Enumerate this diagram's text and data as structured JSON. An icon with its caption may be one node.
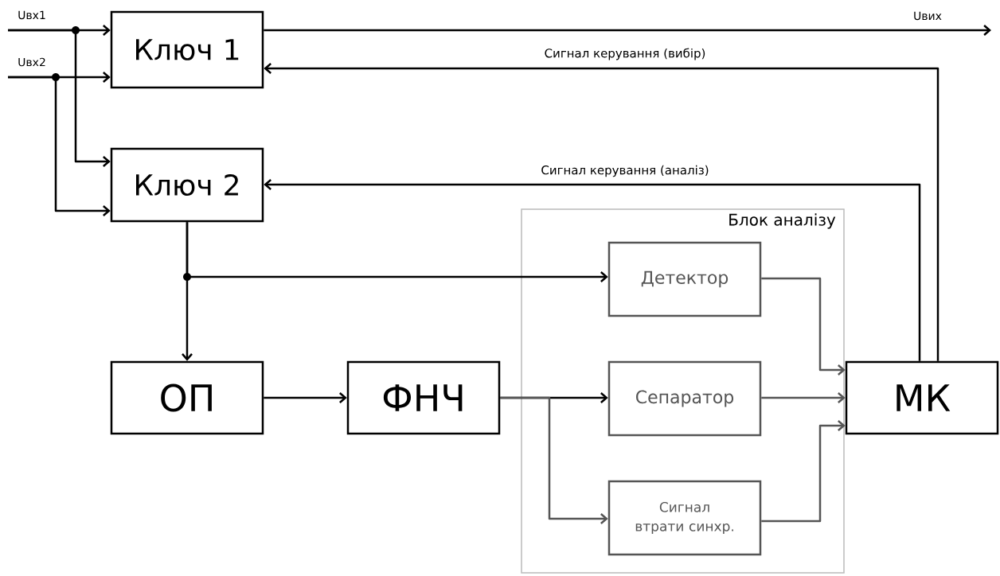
{
  "diagram": {
    "nodes": [
      {
        "text": [
          "Ключ 1"
        ]
      },
      {
        "text": [
          "Ключ 2"
        ]
      },
      {
        "text": [
          "Блок аналізу"
        ]
      },
      {
        "text": [
          "Детектор"
        ],
        "in": 2
      },
      {
        "text": [
          "Сепаратор"
        ],
        "in": 2
      },
      {
        "text": [
          "Сигнал втрати синхр."
        ],
        "in": 2
      },
      {
        "text": [
          "ОП"
        ]
      },
      {
        "text": [
          "ФНЧ"
        ]
      },
      {
        "text": [
          "МК"
        ]
      }
    ],
    "edges": [
      {
        "from": null,
        "to": 0,
        "arrow": "to",
        "label": "Uвх1"
      },
      {
        "from": null,
        "to": 1,
        "arrow": "to"
      },
      {
        "from": null,
        "to": 0,
        "arrow": "to",
        "label": "Uвх2"
      },
      {
        "from": null,
        "to": 1,
        "arrow": "to"
      },
      {
        "from": 0,
        "to": null,
        "arrow": "to",
        "label": "Uвих"
      },
      {
        "from": 8,
        "to": 0,
        "arrow": "to",
        "label": "Сигнал керування (вибір)"
      },
      {
        "from": 8,
        "to": 1,
        "arrow": "to",
        "label": "Сигнал керування (аналіз)"
      },
      {
        "from": 1,
        "to": 3,
        "arrow": "to"
      },
      {
        "from": 1,
        "to": 6,
        "arrow": "to"
      },
      {
        "from": 6,
        "to": 7,
        "arrow": "to"
      },
      {
        "from": 7,
        "to": 4,
        "arrow": "to"
      },
      {
        "from": 7,
        "to": 5,
        "arrow": "to",
        "color": "#555555"
      },
      {
        "from": 3,
        "to": 8,
        "arrow": "to",
        "color": "#555555"
      },
      {
        "from": 4,
        "to": 8,
        "arrow": "to",
        "color": "#555555"
      },
      {
        "from": 5,
        "to": 8,
        "arrow": "to",
        "color": "#555555"
      }
    ]
  }
}
